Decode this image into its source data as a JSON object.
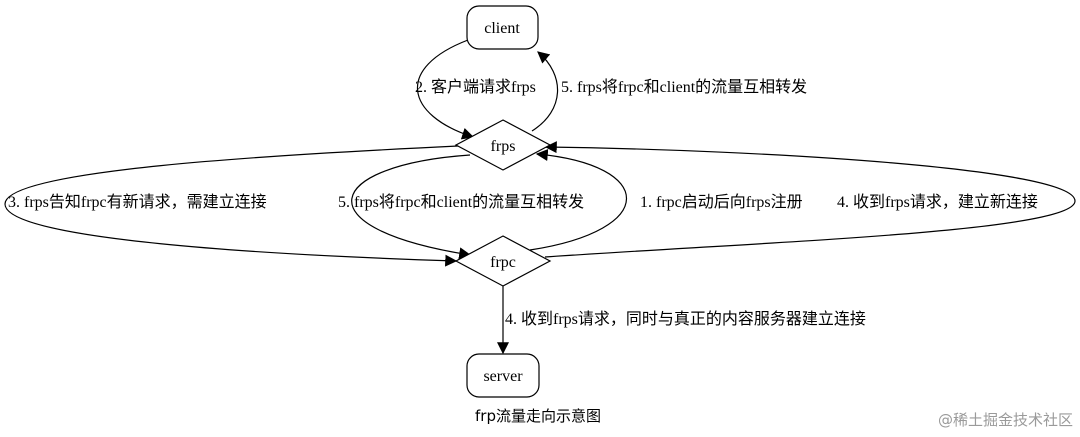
{
  "nodes": {
    "client": "client",
    "frps": "frps",
    "frpc": "frpc",
    "server": "server"
  },
  "edges": {
    "frps_to_client": "5. frps将frpc和client的流量互相转发",
    "client_to_frps": "2. 客户端请求frps",
    "frps_to_frpc_request": "3. frps告知frpc有新请求，需建立连接",
    "frps_to_frpc_forward": "5. frps将frpc和client的流量互相转发",
    "frpc_to_frps_register": "1. frpc启动后向frps注册",
    "frpc_to_frps_connect": "4. 收到frps请求，建立新连接",
    "frpc_to_server": "4. 收到frps请求，同时与真正的内容服务器建立连接"
  },
  "caption": "frp流量走向示意图",
  "watermark": "@稀土掘金技术社区"
}
